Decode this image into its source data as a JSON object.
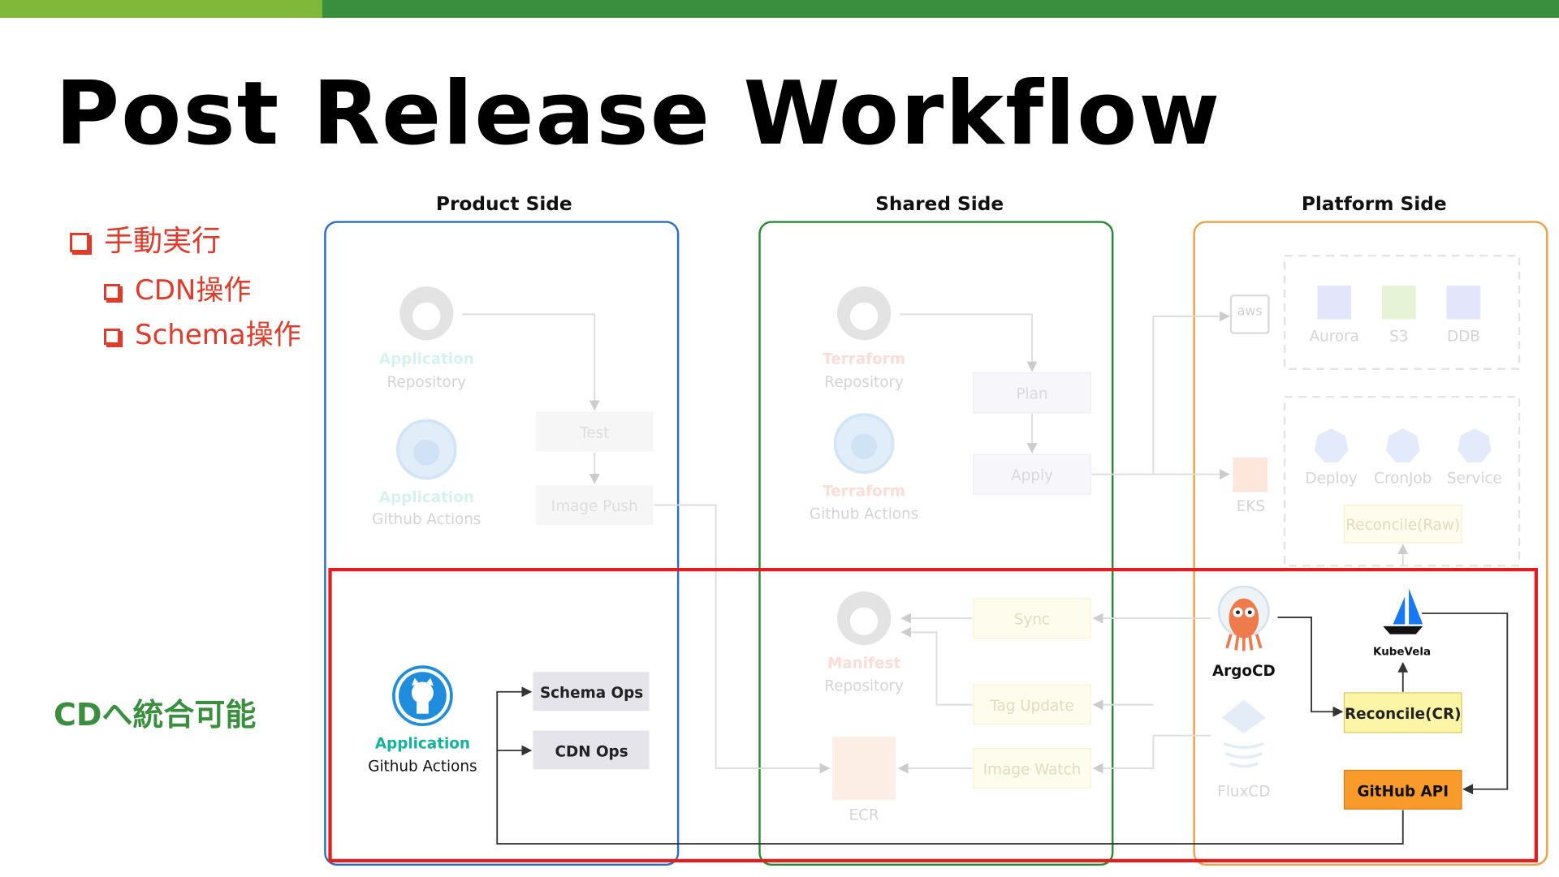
{
  "slide": {
    "title": "Post Release Workflow",
    "todo": {
      "main": "手動実行",
      "sub_items": [
        "CDN操作",
        "Schema操作"
      ]
    },
    "cd_note": "CDへ統合可能"
  },
  "columns": {
    "product": "Product Side",
    "shared": "Shared Side",
    "platform": "Platform Side"
  },
  "product": {
    "repo": [
      "Application",
      "Repository"
    ],
    "actions": [
      "Application",
      "Github Actions"
    ],
    "test": "Test",
    "image_push": "Image Push",
    "active_actions": [
      "Application",
      "Github Actions"
    ],
    "schema_ops": "Schema Ops",
    "cdn_ops": "CDN Ops"
  },
  "shared": {
    "tf_repo": [
      "Terraform",
      "Repository"
    ],
    "tf_actions": [
      "Terraform",
      "Github Actions"
    ],
    "plan": "Plan",
    "apply": "Apply",
    "manifest_repo": [
      "Manifest",
      "Repository"
    ],
    "sync": "Sync",
    "tag_update": "Tag Update",
    "image_watch": "Image Watch",
    "ecr": "ECR"
  },
  "platform": {
    "aws": "aws",
    "aurora": "Aurora",
    "s3": "S3",
    "ddb": "DDB",
    "eks": "EKS",
    "deploy": "Deploy",
    "cronjob": "CronJob",
    "service": "Service",
    "reconcile_raw": "Reconcile(Raw)",
    "argocd": "ArgoCD",
    "kubevela": "KubeVela",
    "reconcile_cr": "Reconcile(CR)",
    "fluxcd": "FluxCD",
    "github_api": "GitHub API"
  },
  "colors": {
    "product_border": "#2b6cc4",
    "shared_border": "#2a8a32",
    "platform_border": "#f0a047",
    "highlight_border": "#e02020",
    "todo_text": "#e03a2b",
    "cd_note": "#3a8f3e",
    "reconcile_fill": "#fdf5a6",
    "github_api_fill": "#f89b2a",
    "ops_fill": "#e4e4ea"
  }
}
